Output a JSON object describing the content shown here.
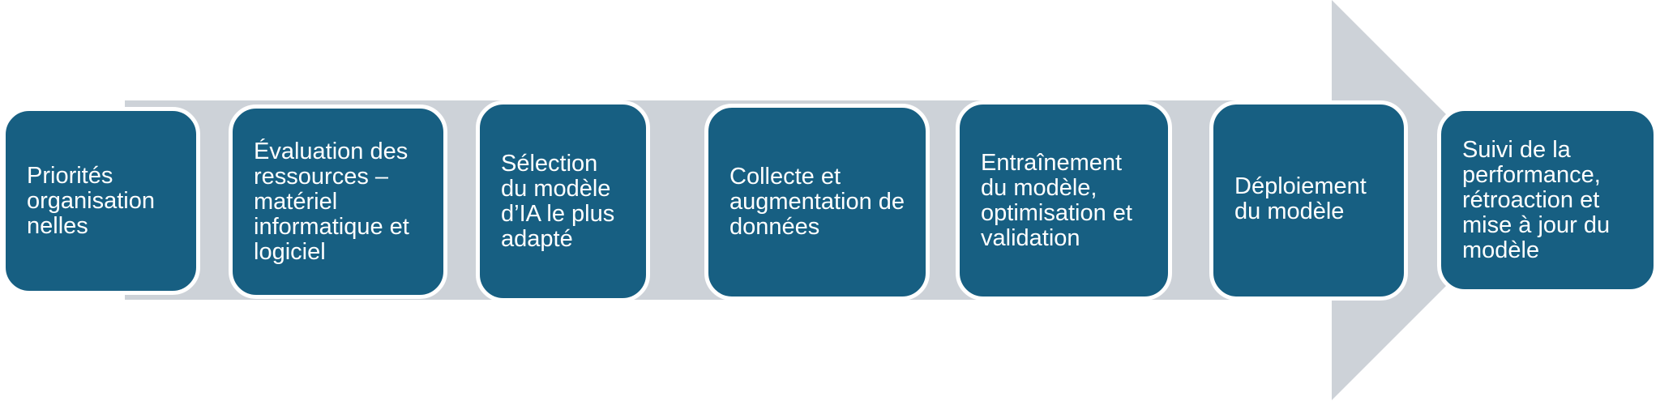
{
  "colors": {
    "box_fill": "#175f82",
    "arrow_fill": "#cdd2d8",
    "box_border": "#ffffff",
    "text": "#ffffff"
  },
  "steps": [
    {
      "label": "Priorités organisation nelles"
    },
    {
      "label": "Évaluation des ressources – matériel informatique et logiciel"
    },
    {
      "label": "Sélection du modèle d’IA le plus adapté"
    },
    {
      "label": "Collecte et augmentation de données"
    },
    {
      "label": "Entraînement du modèle, optimisation et validation"
    },
    {
      "label": "Déploiement du modèle"
    },
    {
      "label": "Suivi de la performance, rétroaction et mise à jour du modèle"
    }
  ]
}
